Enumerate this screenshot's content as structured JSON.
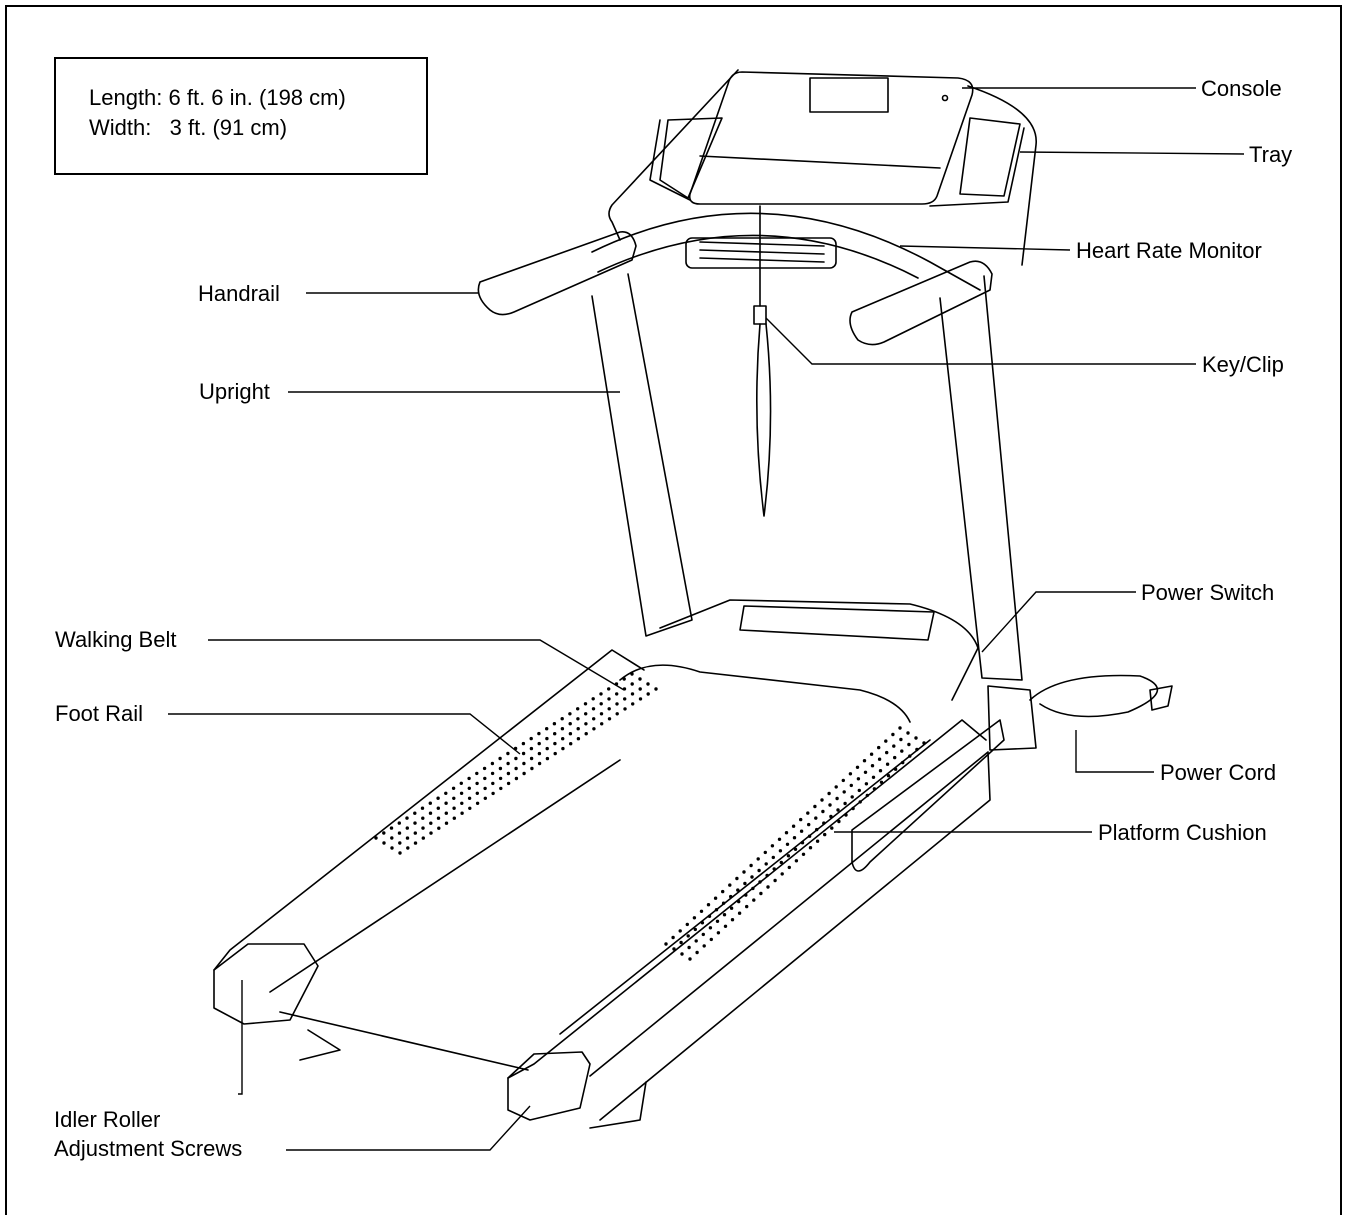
{
  "dimensions": {
    "length": "Length: 6 ft. 6 in. (198 cm)",
    "width": "Width:   3 ft. (91 cm)"
  },
  "labels": {
    "console": "Console",
    "tray": "Tray",
    "heart_rate_monitor": "Heart Rate Monitor",
    "handrail": "Handrail",
    "key_clip": "Key/Clip",
    "upright": "Upright",
    "power_switch": "Power Switch",
    "walking_belt": "Walking Belt",
    "foot_rail": "Foot Rail",
    "power_cord": "Power Cord",
    "platform_cushion": "Platform Cushion",
    "idler_roller_line1": "Idler Roller",
    "idler_roller_line2": "Adjustment Screws"
  }
}
